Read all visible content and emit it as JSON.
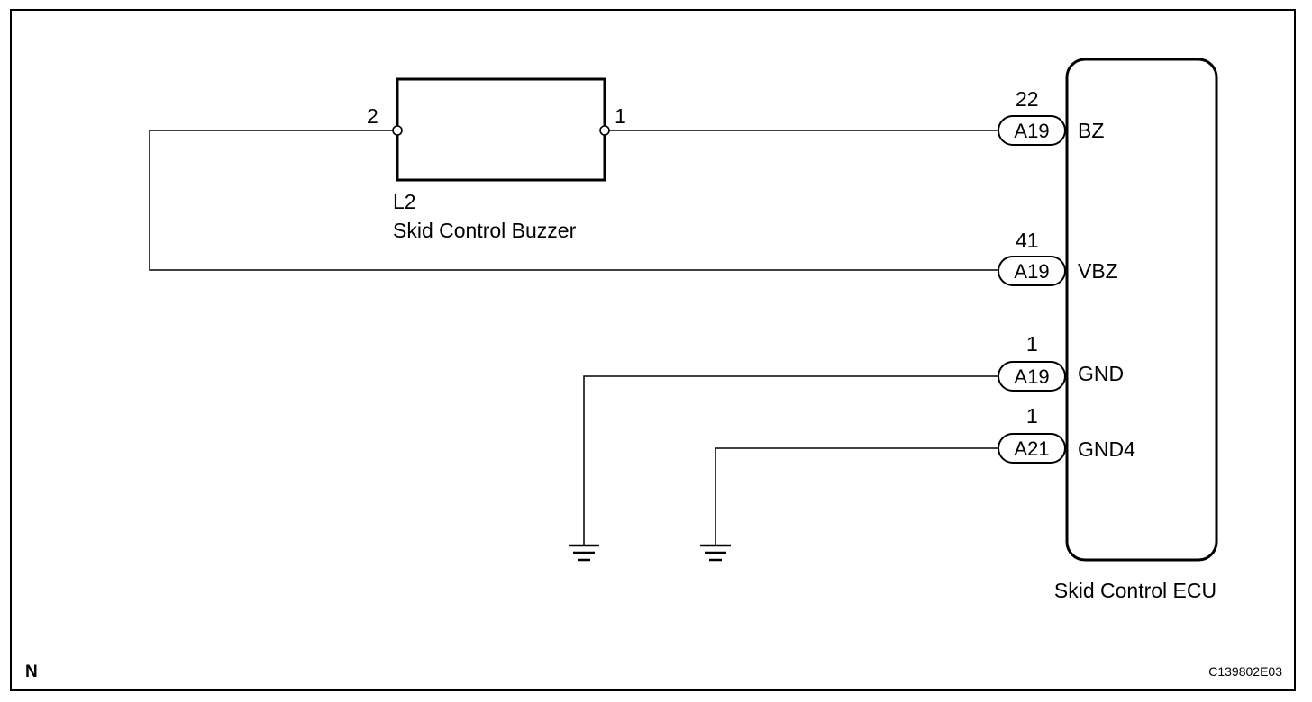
{
  "buzzer": {
    "ref": "L2",
    "name": "Skid Control Buzzer",
    "pin_left": "2",
    "pin_right": "1"
  },
  "ecu": {
    "name": "Skid Control ECU",
    "terminals": [
      {
        "pin": "22",
        "connector": "A19",
        "signal": "BZ"
      },
      {
        "pin": "41",
        "connector": "A19",
        "signal": "VBZ"
      },
      {
        "pin": "1",
        "connector": "A19",
        "signal": "GND"
      },
      {
        "pin": "1",
        "connector": "A21",
        "signal": "GND4"
      }
    ]
  },
  "corner_label": "N",
  "figure_code": "C139802E03"
}
